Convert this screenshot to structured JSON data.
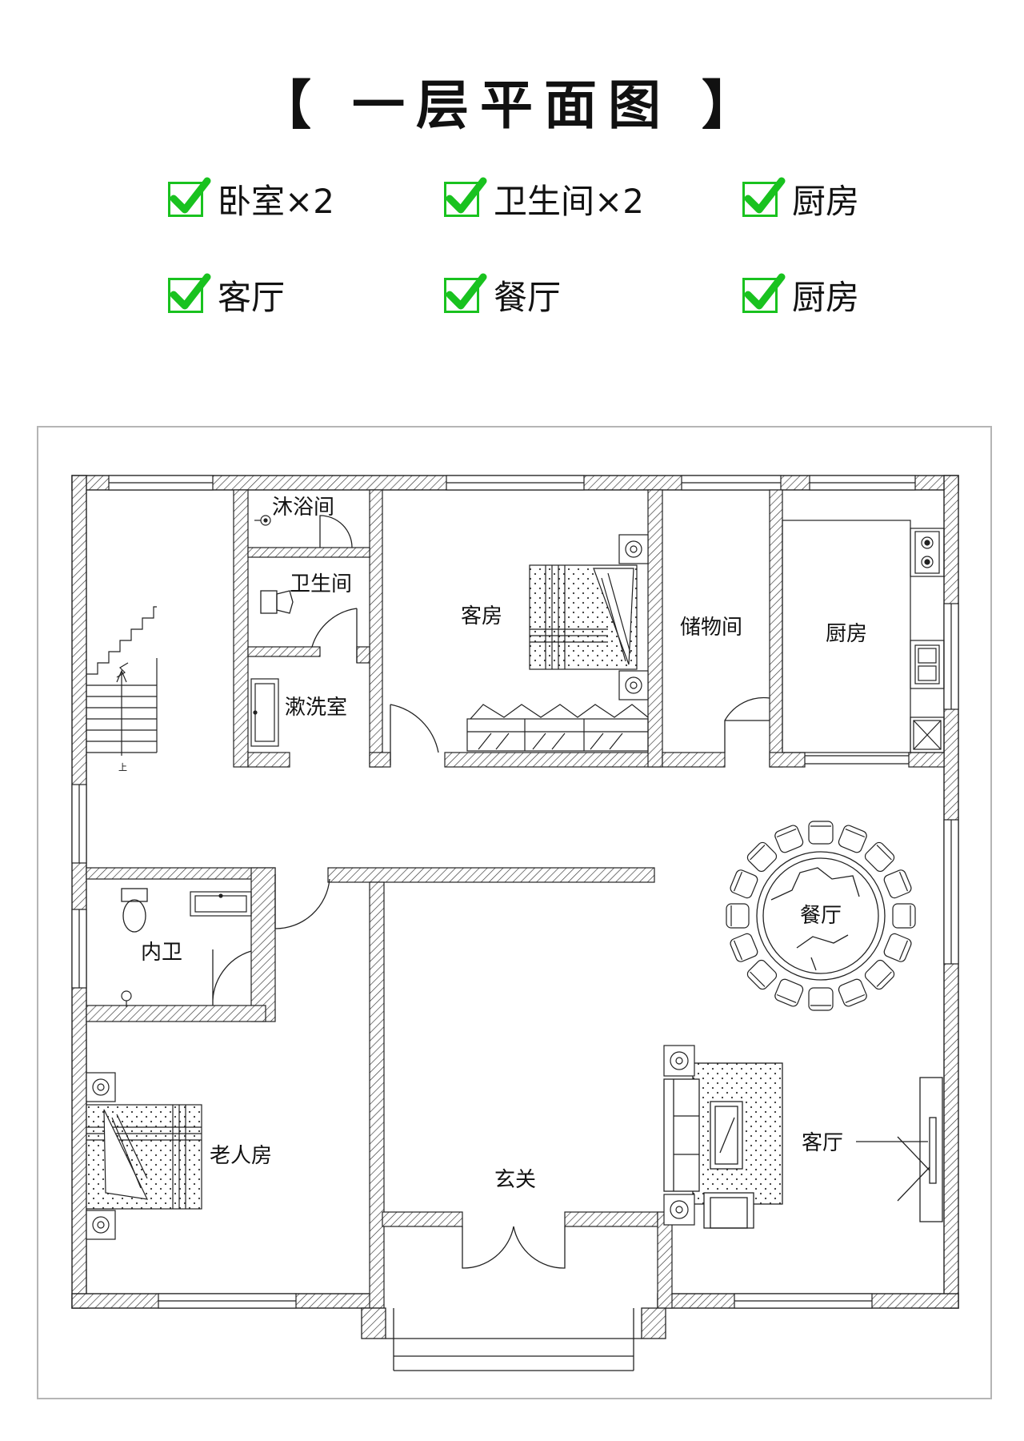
{
  "header": {
    "title": "【 一层平面图 】"
  },
  "features": [
    {
      "label": "卧室×2"
    },
    {
      "label": "卫生间×2"
    },
    {
      "label": "厨房"
    },
    {
      "label": "客厅"
    },
    {
      "label": "餐厅"
    },
    {
      "label": "厨房"
    }
  ],
  "plan": {
    "rooms": {
      "shower": "沐浴间",
      "toilet": "卫生间",
      "washroom": "漱洗室",
      "guest_room": "客房",
      "storage": "储物间",
      "kitchen": "厨房",
      "dining": "餐厅",
      "inner_bath": "内卫",
      "elder_room": "老人房",
      "foyer": "玄关",
      "living": "客厅"
    },
    "stair_label": "上"
  },
  "colors": {
    "check": "#19c21f",
    "wall_hatch": "#333333",
    "frame": "#b5b5b5"
  }
}
